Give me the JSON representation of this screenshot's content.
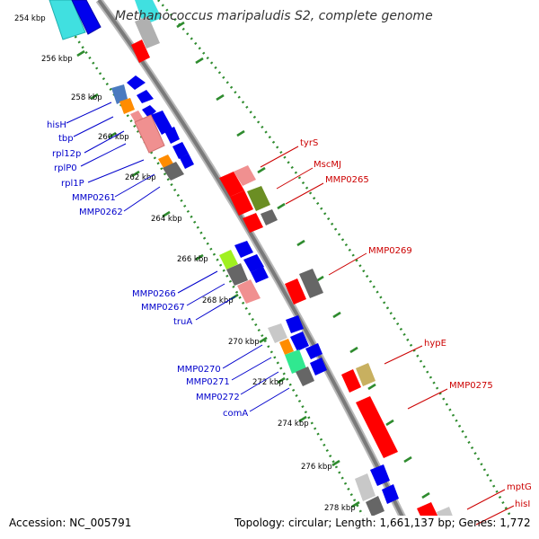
{
  "title": "Methanococcus maripaludis S2, complete genome",
  "footer": {
    "accession": "Accession: NC_005791",
    "topology": "Topology: circular; Length: 1,661,137 bp; Genes: 1,772"
  },
  "colors": {
    "reverse_label": "#0000cc",
    "forward_label": "#cc0000",
    "backbone": "#888888",
    "tick": "#2e8b2e"
  },
  "kbp_ticks": [
    {
      "label": "254 kbp",
      "kbp": 254
    },
    {
      "label": "256 kbp",
      "kbp": 256
    },
    {
      "label": "258 kbp",
      "kbp": 258
    },
    {
      "label": "260 kbp",
      "kbp": 260
    },
    {
      "label": "262 kbp",
      "kbp": 262
    },
    {
      "label": "264 kbp",
      "kbp": 264
    },
    {
      "label": "266 kbp",
      "kbp": 266
    },
    {
      "label": "268 kbp",
      "kbp": 268
    },
    {
      "label": "270 kbp",
      "kbp": 270
    },
    {
      "label": "272 kbp",
      "kbp": 272
    },
    {
      "label": "274 kbp",
      "kbp": 274
    },
    {
      "label": "276 kbp",
      "kbp": 276
    },
    {
      "label": "278 kbp",
      "kbp": 278
    }
  ],
  "reverse_gene_labels": [
    "hisH",
    "tbp",
    "rpl12p",
    "rplP0",
    "rpl1P",
    "MMP0261",
    "MMP0262",
    "MMP0266",
    "MMP0267",
    "truA",
    "MMP0270",
    "MMP0271",
    "MMP0272",
    "comA"
  ],
  "forward_gene_labels": [
    "tyrS",
    "MscMJ",
    "MMP0265",
    "MMP0269",
    "hypE",
    "MMP0275",
    "mptG",
    "hisI"
  ]
}
